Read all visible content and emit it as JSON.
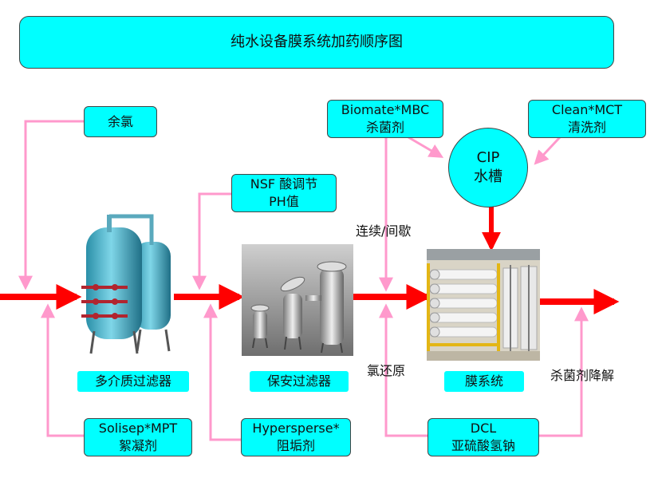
{
  "title": "纯水设备膜系统加药顺序图",
  "residual_chlorine": "余氯",
  "nsf": {
    "line1": "NSF 酸调节",
    "line2": "PH值"
  },
  "biomate": {
    "line1": "Biomate*MBC",
    "line2": "杀菌剂"
  },
  "clean": {
    "line1": "Clean*MCT",
    "line2": "清洗剂"
  },
  "cip": {
    "line1": "CIP",
    "line2": "水槽"
  },
  "continuous_intermittent": "连续/间歇",
  "chlorine_reduction": "氯还原",
  "sterilant_degradation": "杀菌剂降解",
  "stage_labels": {
    "multimedia": "多介质过滤器",
    "security": "保安过滤器",
    "membrane": "膜系统"
  },
  "solisep": {
    "line1": "Solisep*MPT",
    "line2": "絮凝剂"
  },
  "hypersperse": {
    "line1": "Hypersperse*",
    "line2": "阻垢剂"
  },
  "dcl": {
    "line1": "DCL",
    "line2": "亚硫酸氢钠"
  },
  "colors": {
    "box_fill": "#00ffff",
    "flow_arrow": "#ff0000",
    "dosing_line": "#ff99cc"
  }
}
